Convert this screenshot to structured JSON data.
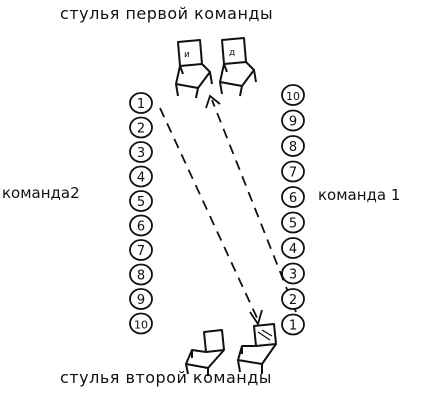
{
  "title_top": "стулья первой команды",
  "title_bottom": "стулья второй команды",
  "label_left": "команда2",
  "label_right": "команда 1",
  "left_column": [
    "1",
    "2",
    "3",
    "4",
    "5",
    "6",
    "7",
    "8",
    "9",
    "10"
  ],
  "right_column": [
    "10",
    "9",
    "8",
    "7",
    "6",
    "5",
    "4",
    "3",
    "2",
    "1"
  ],
  "top_chair_marks": [
    "и",
    "д"
  ],
  "ink_color": "#111111"
}
